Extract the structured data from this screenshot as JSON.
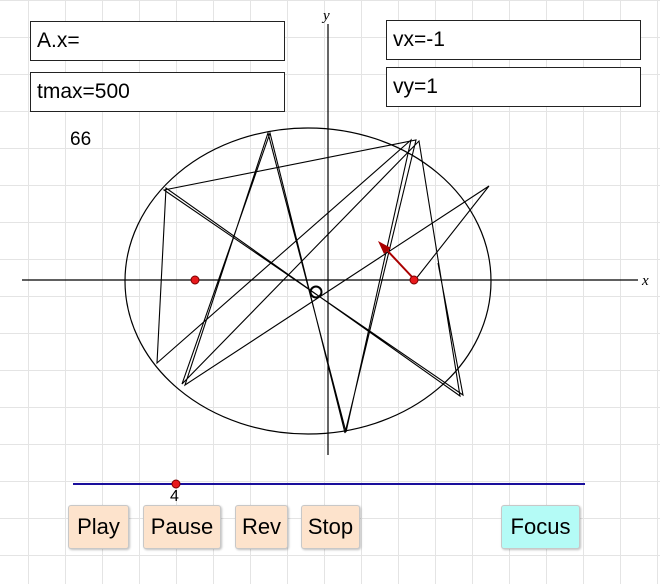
{
  "inputs": {
    "ax": "A.x=",
    "tmax": "tmax=500",
    "vx": "vx=-1",
    "vy": "vy=1"
  },
  "counter": "66",
  "axes": {
    "x_label": "x",
    "y_label": "y"
  },
  "slider": {
    "value": "4",
    "fraction": 0.2,
    "color": "#1a0f9c"
  },
  "buttons": {
    "play": "Play",
    "pause": "Pause",
    "rev": "Rev",
    "stop": "Stop",
    "focus": "Focus"
  },
  "colors": {
    "button_bg": "#fde3cc",
    "focus_bg": "#b4fbf6",
    "focus_point": "#e8191c",
    "arrow": "#aa0000"
  }
}
